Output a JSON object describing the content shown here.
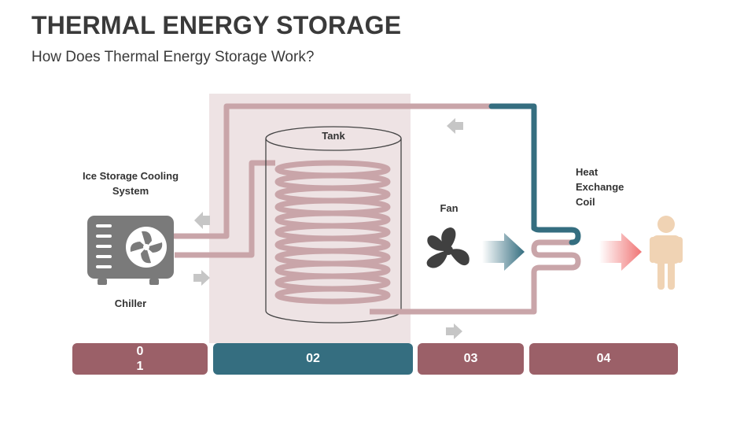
{
  "header": {
    "title": "THERMAL ENERGY STORAGE",
    "subtitle": "How Does Thermal Energy Storage Work?"
  },
  "labels": {
    "ice_storage": "Ice Storage Cooling System",
    "chiller": "Chiller",
    "tank": "Tank",
    "fan": "Fan",
    "heat_exchange": "Heat Exchange Coil"
  },
  "steps": [
    {
      "label": "01",
      "color": "#9b6068"
    },
    {
      "label": "02",
      "color": "#356e80"
    },
    {
      "label": "03",
      "color": "#9b6068"
    },
    {
      "label": "04",
      "color": "#9b6068"
    }
  ],
  "colors": {
    "pipe": "#c9a5a9",
    "pipe_hot": "#356e80",
    "highlight_band": "#eee3e4",
    "chiller_body": "#7a7a7a",
    "flow_arrow": "#c6c6c6",
    "person": "#f0d3b4",
    "heat_arrow": "#f07575"
  },
  "icons": [
    "chiller-fan-icon",
    "fan-icon",
    "person-icon",
    "flow-arrow-icon"
  ]
}
